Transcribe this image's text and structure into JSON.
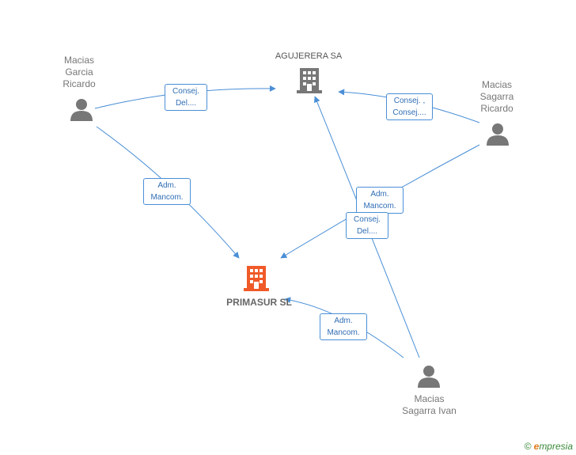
{
  "nodes": {
    "agujerera": {
      "name": "AGUJERERA SA",
      "color": "#777777"
    },
    "primasur": {
      "name": "PRIMASUR SL",
      "color": "#f05a28"
    },
    "macias_garcia": {
      "name_lines": [
        "Macias",
        "Garcia",
        "Ricardo"
      ]
    },
    "macias_sagarra_ricardo": {
      "name_lines": [
        "Macias",
        "Sagarra",
        "Ricardo"
      ]
    },
    "macias_sagarra_ivan": {
      "name_lines": [
        "Macias",
        "Sagarra Ivan"
      ]
    }
  },
  "edges": [
    {
      "id": "e1",
      "lines": [
        "Consej.",
        "Del...."
      ]
    },
    {
      "id": "e2",
      "lines": [
        "Consej. ,",
        "Consej...."
      ]
    },
    {
      "id": "e3",
      "lines": [
        "Adm.",
        "Mancom."
      ]
    },
    {
      "id": "e4",
      "lines": [
        "Adm.",
        "Mancom."
      ]
    },
    {
      "id": "e5",
      "lines": [
        "Consej.",
        "Del...."
      ]
    },
    {
      "id": "e6",
      "lines": [
        "Adm.",
        "Mancom."
      ]
    }
  ],
  "colors": {
    "edge": "#4a8fd6",
    "person": "#777777",
    "label_border": "#4a8fd6",
    "label_text": "#2f6db5"
  },
  "footer": {
    "copyright": "©",
    "brand_initial": "e",
    "brand_rest": "mpresia"
  }
}
